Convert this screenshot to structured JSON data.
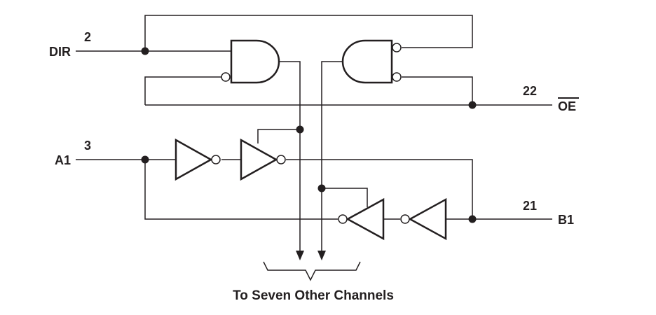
{
  "signals": {
    "dir": {
      "name": "DIR",
      "pin": "2"
    },
    "a1": {
      "name": "A1",
      "pin": "3"
    },
    "oe": {
      "name": "OE",
      "pin": "22"
    },
    "b1": {
      "name": "B1",
      "pin": "21"
    }
  },
  "caption": "To Seven Other Channels",
  "colors": {
    "ink": "#231f20",
    "background": "#ffffff"
  }
}
